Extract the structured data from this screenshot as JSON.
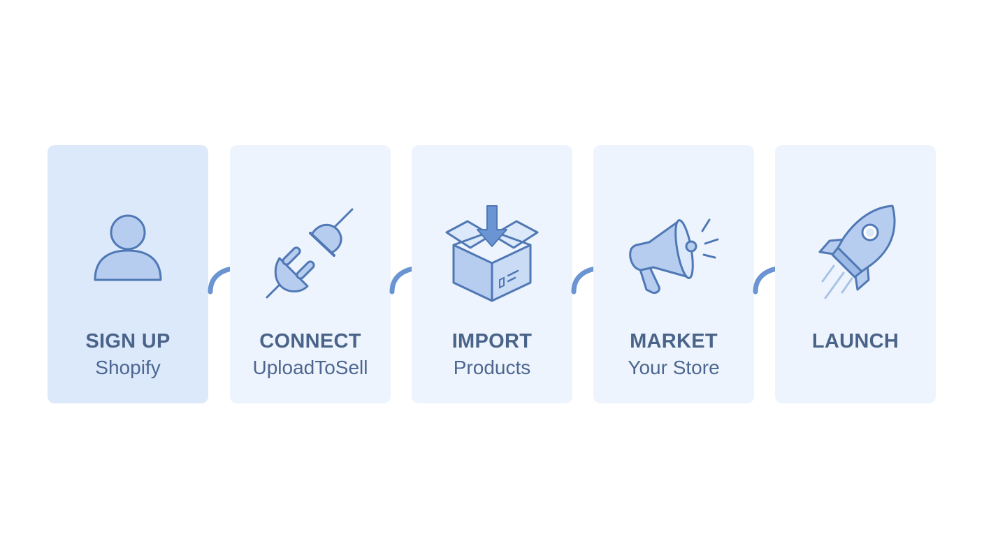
{
  "steps": [
    {
      "title": "SIGN UP",
      "subtitle": "Shopify",
      "icon": "user-icon"
    },
    {
      "title": "CONNECT",
      "subtitle": "UploadToSell",
      "icon": "plug-icon"
    },
    {
      "title": "IMPORT",
      "subtitle": "Products",
      "icon": "box-icon"
    },
    {
      "title": "MARKET",
      "subtitle": "Your Store",
      "icon": "megaphone-icon"
    },
    {
      "title": "LAUNCH",
      "subtitle": "",
      "icon": "rocket-icon"
    }
  ],
  "colors": {
    "card_bg": "#eef4fd",
    "card_active_bg": "#dce9fb",
    "icon_fill": "#b7cdf0",
    "icon_stroke": "#4f78b5",
    "arrow": "#6a95d2",
    "text": "#4a6489"
  }
}
